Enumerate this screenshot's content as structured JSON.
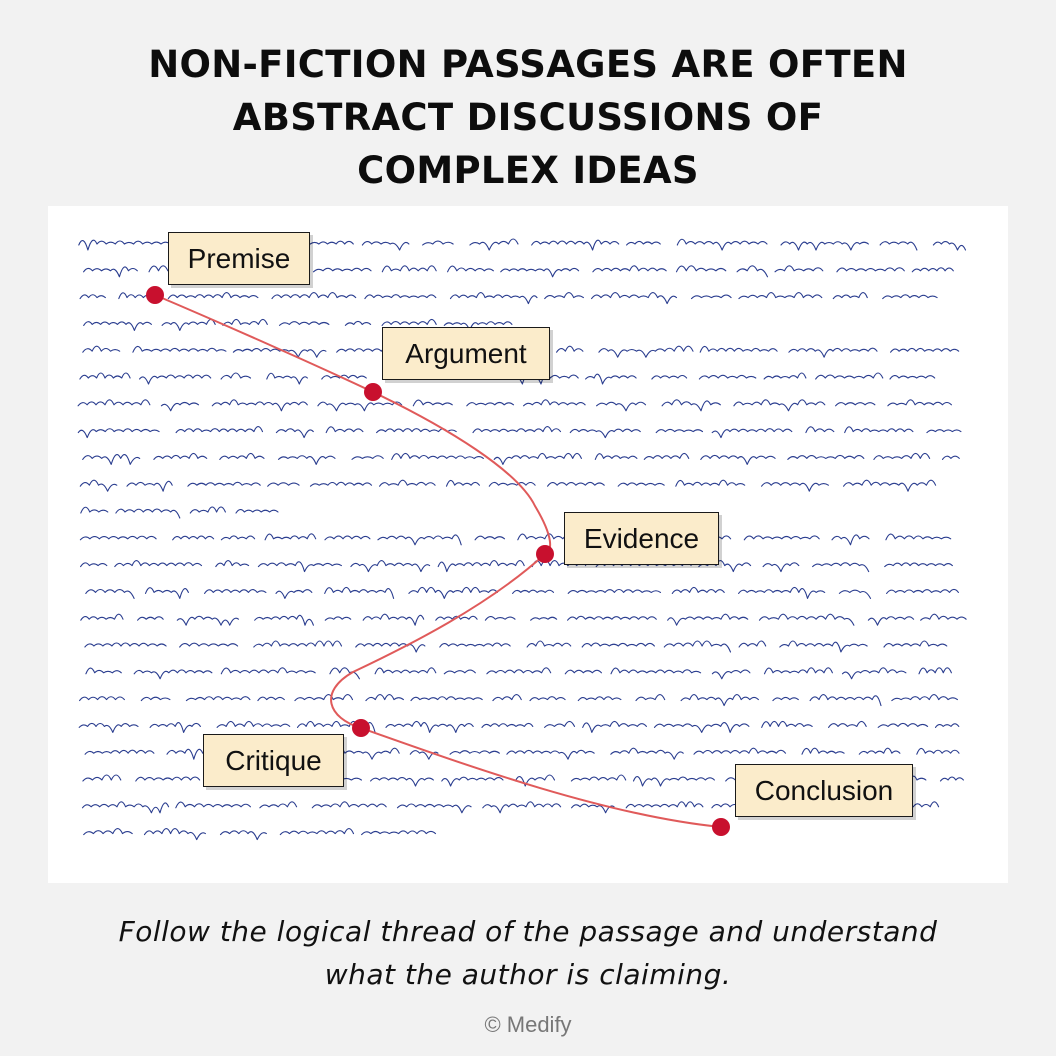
{
  "title": {
    "line1": "NON-FICTION PASSAGES ARE OFTEN",
    "line2": "ABSTRACT DISCUSSIONS OF",
    "line3": "COMPLEX IDEAS"
  },
  "diagram": {
    "labels": {
      "premise": "Premise",
      "argument": "Argument",
      "evidence": "Evidence",
      "critique": "Critique",
      "conclusion": "Conclusion"
    },
    "colors": {
      "thread": "#e05a5a",
      "node": "#c8102e",
      "label_fill": "#fbeccb",
      "scribble": "#2a3d8f"
    }
  },
  "caption": {
    "line1": "Follow the logical thread of the passage and understand",
    "line2": "what the author is claiming."
  },
  "credit": "© Medify"
}
